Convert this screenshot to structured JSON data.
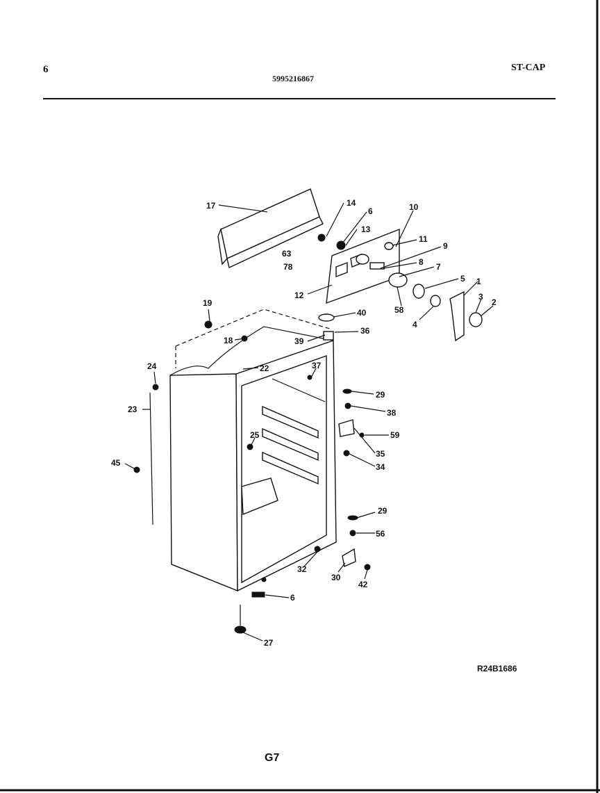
{
  "header": {
    "page_number": "6",
    "model_number": "5995216867",
    "doc_code": "ST-CAP"
  },
  "footer": {
    "diagram_ref": "R24B1686",
    "page_id": "G7"
  },
  "callouts": [
    "17",
    "14",
    "6",
    "10",
    "13",
    "11",
    "63",
    "9",
    "78",
    "8",
    "7",
    "12",
    "5",
    "1",
    "58",
    "3",
    "2",
    "4",
    "19",
    "40",
    "36",
    "18",
    "39",
    "22",
    "37",
    "24",
    "29",
    "23",
    "38",
    "59",
    "25",
    "35",
    "45",
    "34",
    "29",
    "56",
    "32",
    "30",
    "42",
    "6",
    "27"
  ]
}
